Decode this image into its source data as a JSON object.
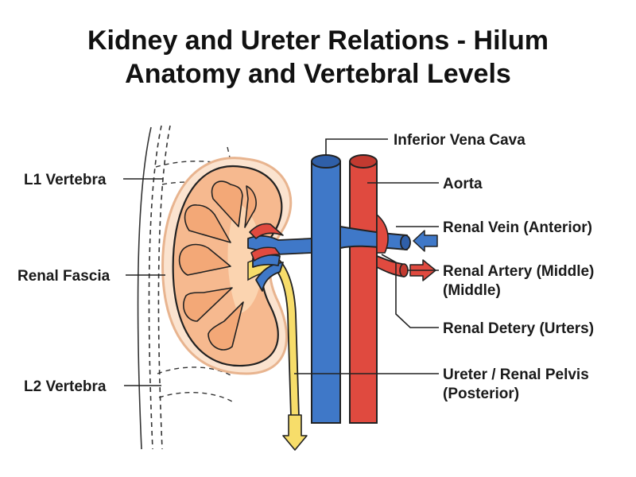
{
  "title": {
    "line1": "Kidney and Ureter Relations - Hilum",
    "line2": "Anatomy and Vertebral Levels"
  },
  "labels": {
    "inferior_vena_cava": "Inferior Vena Cava",
    "aorta": "Aorta",
    "renal_vein": "Renal Vein (Anterior)",
    "renal_artery_line1": "Renal Artery (Middle)",
    "renal_artery_line2": "(Middle)",
    "renal_detery": "Renal Detery (Urters)",
    "ureter_line1": "Ureter / Renal Pelvis",
    "ureter_line2": "(Posterior)",
    "l1_vertebra": "L1 Vertebra",
    "renal_fascia": "Renal Fascia",
    "l2_vertebra": "L2 Vertebra"
  },
  "colors": {
    "vein_blue": "#3f78c8",
    "artery_red": "#e04a3f",
    "ureter_yellow": "#f7dd6a",
    "kidney_fill": "#f6b98f",
    "kidney_medulla": "#f3a877",
    "kidney_sinus": "#fbd4b0",
    "fascia_fill": "#fbe3cf",
    "outline": "#222222"
  }
}
